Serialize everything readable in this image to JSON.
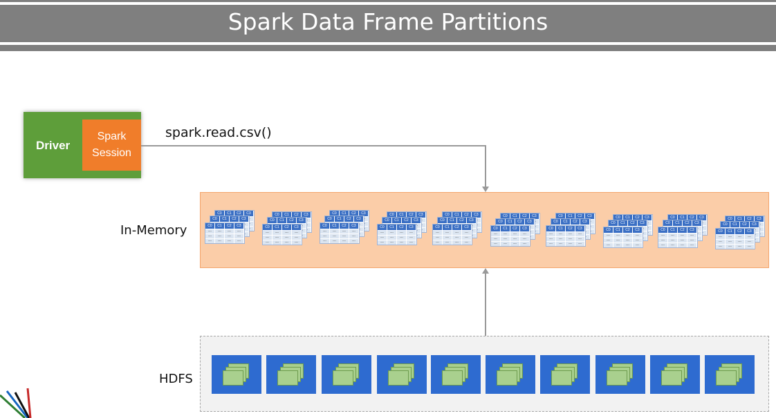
{
  "title": "Spark Data Frame Partitions",
  "driver": {
    "label": "Driver",
    "session_line1": "Spark",
    "session_line2": "Session"
  },
  "call": "spark.read.csv()",
  "labels": {
    "memory": "In-Memory",
    "hdfs": "HDFS"
  },
  "partition_columns": [
    "C0",
    "C1",
    "C2",
    "C3"
  ],
  "cell_placeholder": "---",
  "partition_count": 10,
  "hdfs_block_count": 10,
  "colors": {
    "title_band": "#7f7f7f",
    "driver": "#5e9e3a",
    "session": "#f07d2a",
    "memory": "#fbcda8",
    "hdfs_block": "#2e6bd0",
    "hdfs_card": "#a9d08e",
    "table_header": "#3a6fc4",
    "table_cell": "#dbe5f1"
  },
  "icons": {
    "corner_logo": "spark-rays-logo-icon"
  }
}
